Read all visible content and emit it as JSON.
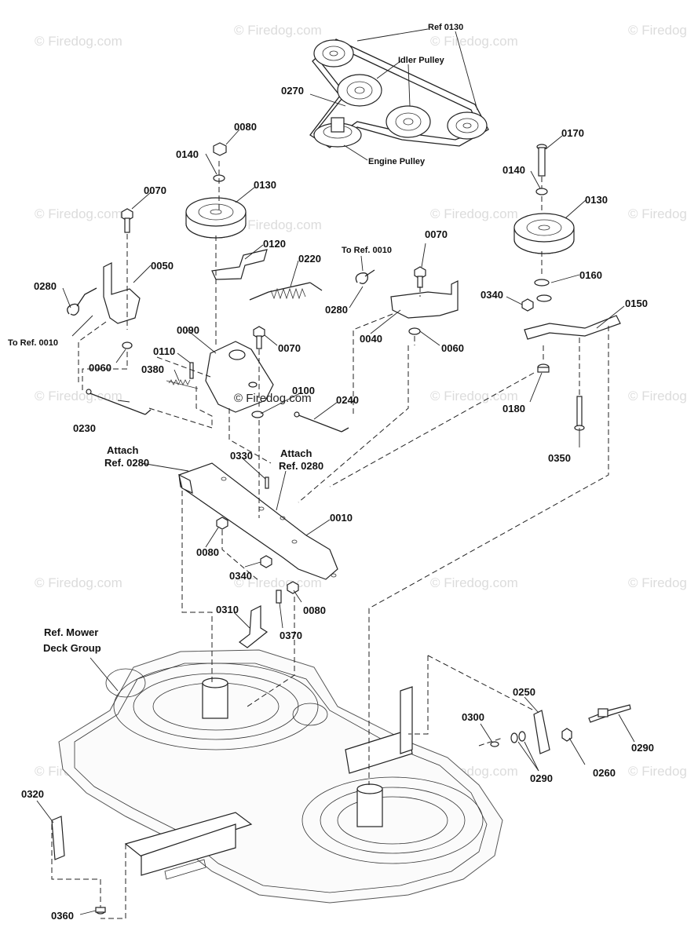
{
  "watermark": "© Firedog.com",
  "center_watermark": "© Firedog.com",
  "callouts": {
    "ref_0130": "Ref 0130",
    "idler_pulley": "Idler Pulley",
    "engine_pulley": "Engine Pulley",
    "n0270": "0270",
    "n0080_top": "0080",
    "n0140_left": "0140",
    "n0130_left": "0130",
    "n0070_left": "0070",
    "n0050": "0050",
    "n0120": "0120",
    "n0220": "0220",
    "n0280_left": "0280",
    "to_ref_0010_left": "To Ref. 0010",
    "n0060_left": "0060",
    "n0090": "0090",
    "n0110": "0110",
    "n0380": "0380",
    "n0070_mid": "0070",
    "n0230": "0230",
    "n0100": "0100",
    "n0240": "0240",
    "to_ref_0010_mid": "To Ref. 0010",
    "n0070_right": "0070",
    "n0280_mid": "0280",
    "n0040": "0040",
    "n0060_right": "0060",
    "n0170": "0170",
    "n0140_right": "0140",
    "n0130_right": "0130",
    "n0160": "0160",
    "n0340_right": "0340",
    "n0150": "0150",
    "n0180": "0180",
    "n0350": "0350",
    "attach_left_1": "Attach",
    "attach_left_2": "Ref. 0280",
    "n0330": "0330",
    "attach_right_1": "Attach",
    "attach_right_2": "Ref. 0280",
    "n0010": "0010",
    "n0080_bl": "0080",
    "n0340_bl": "0340",
    "n0080_br": "0080",
    "n0310": "0310",
    "n0370": "0370",
    "ref_mower_1": "Ref. Mower",
    "ref_mower_2": "Deck Group",
    "n0250": "0250",
    "n0300": "0300",
    "n0290_mid": "0290",
    "n0260": "0260",
    "n0290_right": "0290",
    "n0320": "0320",
    "n0360": "0360"
  }
}
